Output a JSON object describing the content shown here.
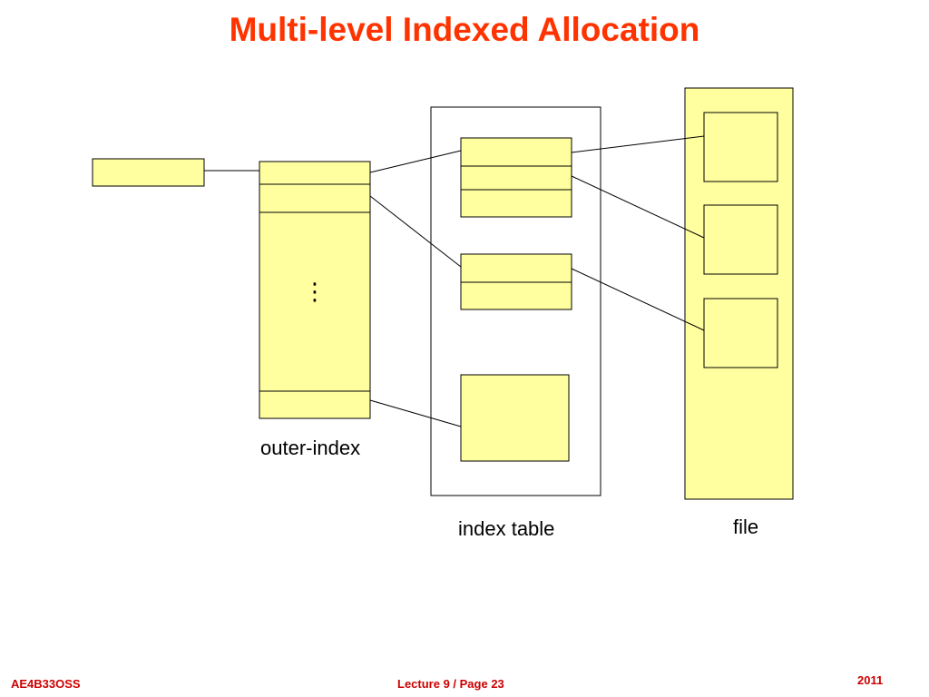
{
  "slide": {
    "title": "Multi-level Indexed Allocation"
  },
  "labels": {
    "outer_index": "outer-index",
    "index_table": "index table",
    "file": "file",
    "ellipsis": "⋮"
  },
  "footer": {
    "course": "AE4B33OSS",
    "page": "Lecture 9 / Page 23",
    "year": "2011"
  },
  "colors": {
    "title": "#ff3300",
    "footer": "#cc0000",
    "block_fill": "#ffffa0",
    "stroke": "#000000"
  }
}
